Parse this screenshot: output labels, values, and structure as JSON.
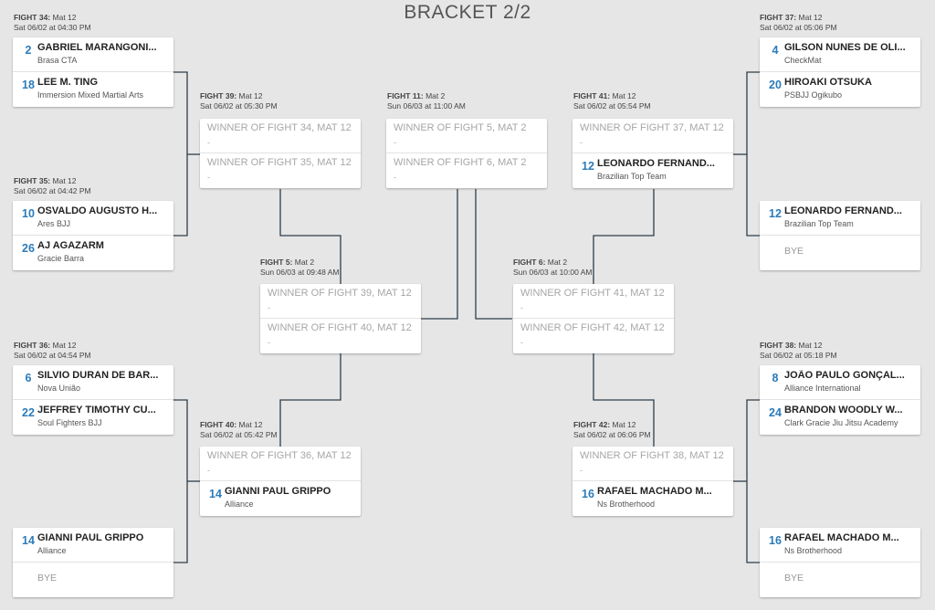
{
  "title": "BRACKET 2/2",
  "fights": {
    "f34": {
      "label": "FIGHT 34:",
      "mat": "Mat 12",
      "time": "Sat 06/02 at 04:30 PM",
      "slots": [
        {
          "seed": "2",
          "name": "GABRIEL MARANGONI...",
          "team": "Brasa CTA"
        },
        {
          "seed": "18",
          "name": "LEE M. TING",
          "team": "Immersion Mixed Martial Arts"
        }
      ]
    },
    "f35": {
      "label": "FIGHT 35:",
      "mat": "Mat 12",
      "time": "Sat 06/02 at 04:42 PM",
      "slots": [
        {
          "seed": "10",
          "name": "OSVALDO AUGUSTO H...",
          "team": "Ares BJJ"
        },
        {
          "seed": "26",
          "name": "AJ AGAZARM",
          "team": "Gracie Barra"
        }
      ]
    },
    "f36": {
      "label": "FIGHT 36:",
      "mat": "Mat 12",
      "time": "Sat 06/02 at 04:54 PM",
      "slots": [
        {
          "seed": "6",
          "name": "SILVIO DURAN DE BAR...",
          "team": "Nova União"
        },
        {
          "seed": "22",
          "name": "JEFFREY TIMOTHY CU...",
          "team": "Soul Fighters BJJ"
        }
      ]
    },
    "bye_left": {
      "slots": [
        {
          "seed": "14",
          "name": "GIANNI PAUL GRIPPO",
          "team": "Alliance"
        },
        {
          "bye": "BYE"
        }
      ]
    },
    "f39": {
      "label": "FIGHT 39:",
      "mat": "Mat 12",
      "time": "Sat 06/02 at 05:30 PM",
      "slots": [
        {
          "placeholder": "WINNER OF FIGHT 34, MAT 12",
          "dash": "-"
        },
        {
          "placeholder": "WINNER OF FIGHT 35, MAT 12",
          "dash": "-"
        }
      ]
    },
    "f40": {
      "label": "FIGHT 40:",
      "mat": "Mat 12",
      "time": "Sat 06/02 at 05:42 PM",
      "slots": [
        {
          "placeholder": "WINNER OF FIGHT 36, MAT 12",
          "dash": "-"
        },
        {
          "seed": "14",
          "name": "GIANNI PAUL GRIPPO",
          "team": "Alliance"
        }
      ]
    },
    "f5": {
      "label": "FIGHT 5:",
      "mat": "Mat 2",
      "time": "Sun 06/03 at 09:48 AM",
      "slots": [
        {
          "placeholder": "WINNER OF FIGHT 39, MAT 12",
          "dash": "-"
        },
        {
          "placeholder": "WINNER OF FIGHT 40, MAT 12",
          "dash": "-"
        }
      ]
    },
    "f11": {
      "label": "FIGHT 11:",
      "mat": "Mat 2",
      "time": "Sun 06/03 at 11:00 AM",
      "slots": [
        {
          "placeholder": "WINNER OF FIGHT 5, MAT 2",
          "dash": "-"
        },
        {
          "placeholder": "WINNER OF FIGHT 6, MAT 2",
          "dash": "-"
        }
      ]
    },
    "f6": {
      "label": "FIGHT 6:",
      "mat": "Mat 2",
      "time": "Sun 06/03 at 10:00 AM",
      "slots": [
        {
          "placeholder": "WINNER OF FIGHT 41, MAT 12",
          "dash": "-"
        },
        {
          "placeholder": "WINNER OF FIGHT 42, MAT 12",
          "dash": "-"
        }
      ]
    },
    "f41": {
      "label": "FIGHT 41:",
      "mat": "Mat 12",
      "time": "Sat 06/02 at 05:54 PM",
      "slots": [
        {
          "placeholder": "WINNER OF FIGHT 37, MAT 12",
          "dash": "-"
        },
        {
          "seed": "12",
          "name": "LEONARDO FERNAND...",
          "team": "Brazilian Top Team"
        }
      ]
    },
    "f42": {
      "label": "FIGHT 42:",
      "mat": "Mat 12",
      "time": "Sat 06/02 at 06:06 PM",
      "slots": [
        {
          "placeholder": "WINNER OF FIGHT 38, MAT 12",
          "dash": "-"
        },
        {
          "seed": "16",
          "name": "RAFAEL MACHADO M...",
          "team": "Ns Brotherhood"
        }
      ]
    },
    "f37": {
      "label": "FIGHT 37:",
      "mat": "Mat 12",
      "time": "Sat 06/02 at 05:06 PM",
      "slots": [
        {
          "seed": "4",
          "name": "GILSON NUNES DE OLI...",
          "team": "CheckMat"
        },
        {
          "seed": "20",
          "name": "HIROAKI OTSUKA",
          "team": "PSBJJ Ogikubo"
        }
      ]
    },
    "bye_right_top": {
      "slots": [
        {
          "seed": "12",
          "name": "LEONARDO FERNAND...",
          "team": "Brazilian Top Team"
        },
        {
          "bye": "BYE"
        }
      ]
    },
    "f38": {
      "label": "FIGHT 38:",
      "mat": "Mat 12",
      "time": "Sat 06/02 at 05:18 PM",
      "slots": [
        {
          "seed": "8",
          "name": "JOÃO PAULO GONÇAL...",
          "team": "Alliance International"
        },
        {
          "seed": "24",
          "name": "BRANDON WOODLY W...",
          "team": "Clark Gracie Jiu Jitsu Academy"
        }
      ]
    },
    "bye_right_bottom": {
      "slots": [
        {
          "seed": "16",
          "name": "RAFAEL MACHADO M...",
          "team": "Ns Brotherhood"
        },
        {
          "bye": "BYE"
        }
      ]
    }
  }
}
